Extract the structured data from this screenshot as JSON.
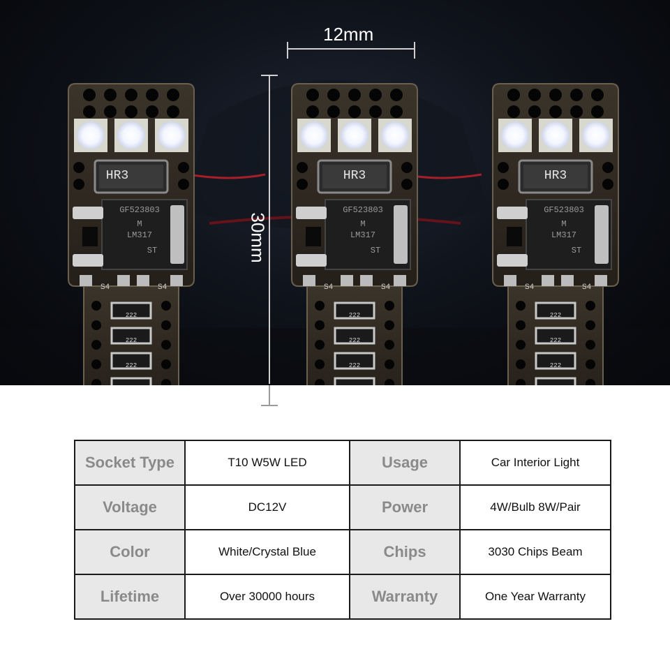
{
  "dimensions": {
    "width_label": "12mm",
    "height_label": "30mm"
  },
  "bulb_markings": {
    "resistor": "HR3",
    "ic_lines": [
      "GF523803",
      "M",
      "LM317",
      "ST"
    ],
    "led_pad": "S4",
    "small_resistor": "222"
  },
  "specs": {
    "rows": [
      {
        "key1": "Socket Type",
        "val1": "T10 W5W LED",
        "key2": "Usage",
        "val2": "Car Interior Light"
      },
      {
        "key1": "Voltage",
        "val1": "DC12V",
        "key2": "Power",
        "val2": "4W/Bulb 8W/Pair"
      },
      {
        "key1": "Color",
        "val1": "White/Crystal Blue",
        "key2": "Chips",
        "val2": "3030 Chips Beam"
      },
      {
        "key1": "Lifetime",
        "val1": "Over 30000 hours",
        "key2": "Warranty",
        "val2": "One Year Warranty"
      }
    ]
  },
  "colors": {
    "pcb": "#2a2620",
    "led": "#fbfbe6",
    "background": "#0b0e14",
    "key_cell": "#e8e8e8"
  }
}
